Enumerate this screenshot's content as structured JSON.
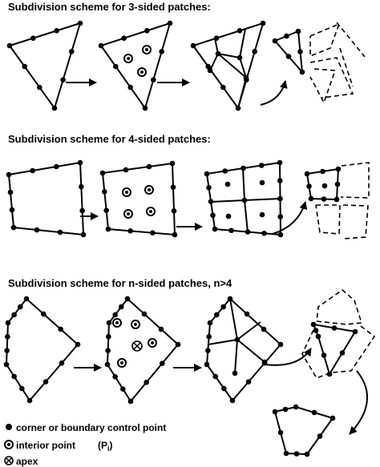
{
  "titles": {
    "three_sided": "Subdivision scheme for 3-sided patches:",
    "four_sided": "Subdivision scheme for 4-sided patches:",
    "n_sided": "Subdivision scheme for n-sided patches, n>4"
  },
  "legend": {
    "corner": "corner or boundary control point",
    "interior": "interior point",
    "pi_main": "(P",
    "pi_sub": "i",
    "pi_close": ")",
    "apex": "apex"
  }
}
